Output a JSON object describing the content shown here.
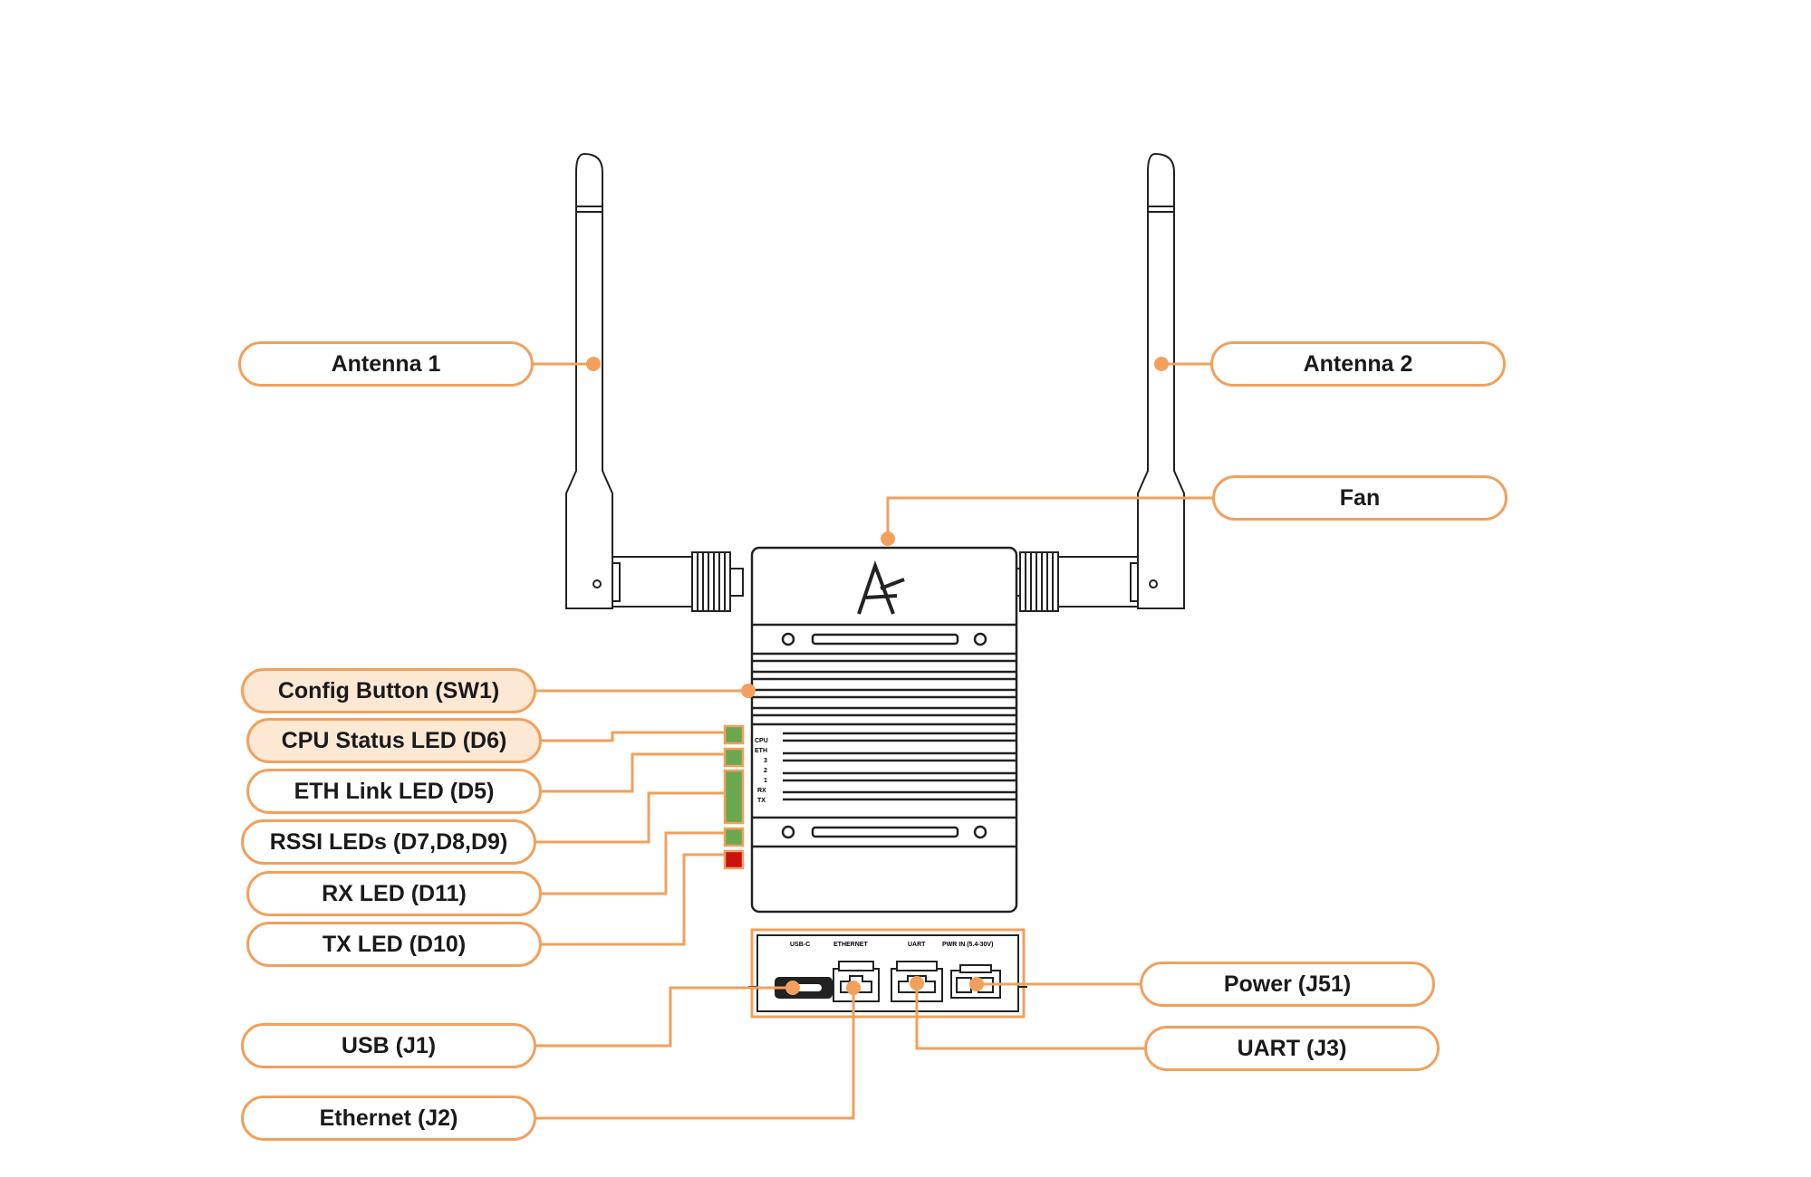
{
  "colors": {
    "accent": "#f2a05c",
    "highlight_fill": "#fde8d4",
    "led_green": "#6aa84f",
    "led_red": "#cc1111",
    "outline": "#222222"
  },
  "labels": {
    "antenna1": "Antenna 1",
    "antenna2": "Antenna 2",
    "fan": "Fan",
    "config_button": "Config Button (SW1)",
    "cpu_led": "CPU Status LED (D6)",
    "eth_led": "ETH Link LED (D5)",
    "rssi_leds": "RSSI LEDs (D7,D8,D9)",
    "rx_led": "RX LED (D11)",
    "tx_led": "TX LED (D10)",
    "usb": "USB (J1)",
    "ethernet": "Ethernet (J2)",
    "power": "Power (J51)",
    "uart": "UART (J3)"
  },
  "panel_text": {
    "usb_c": "USB-C",
    "ethernet": "ETHERNET",
    "uart": "UART",
    "pwr_in": "PWR IN (5.4-30V)"
  },
  "led_text": [
    "CPU",
    "ETH",
    "3",
    "2",
    "1",
    "RX",
    "TX"
  ],
  "highlighted": [
    "config_button",
    "cpu_led"
  ]
}
